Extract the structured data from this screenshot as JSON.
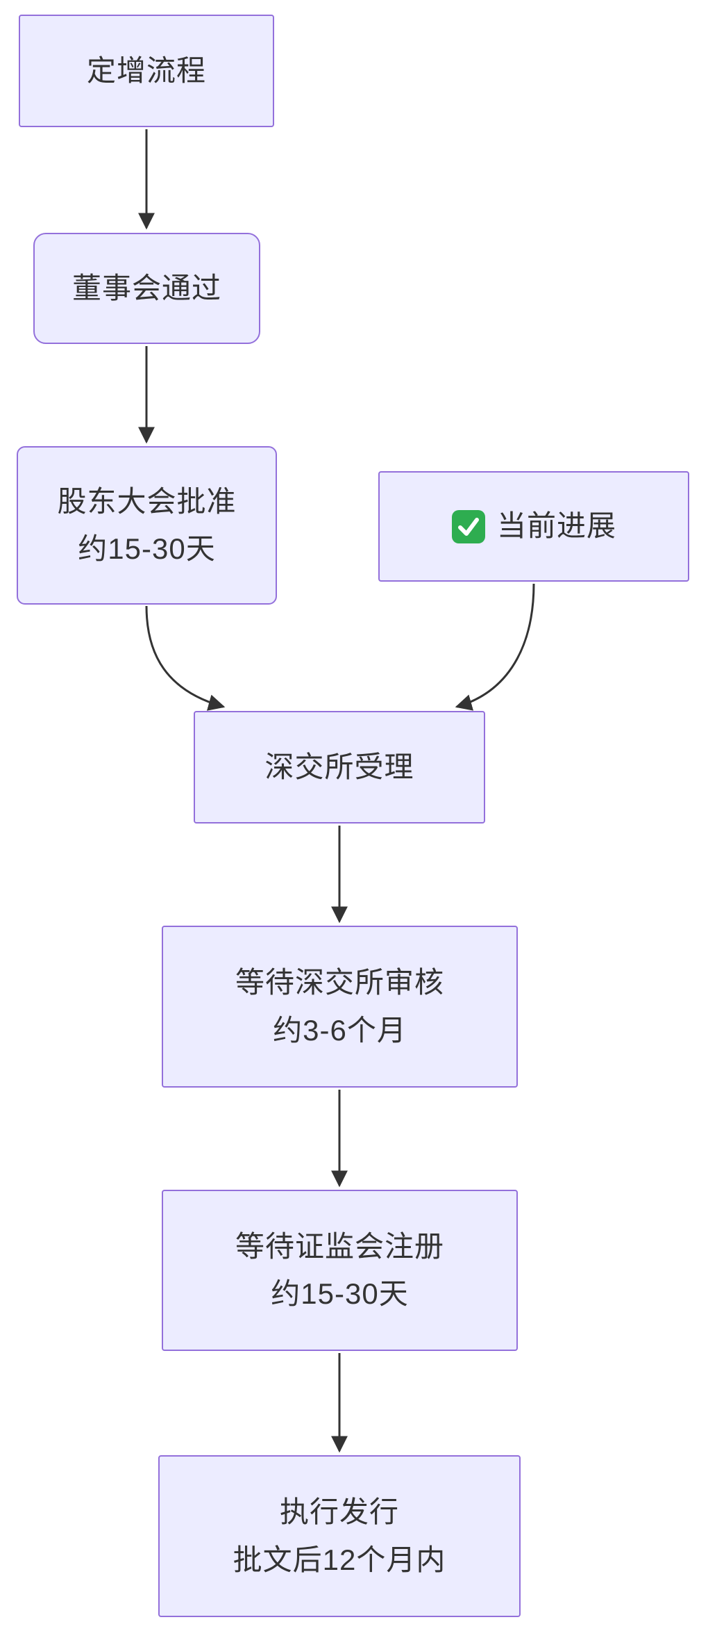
{
  "diagram": {
    "type": "flowchart",
    "direction": "top-down",
    "style": {
      "background": "#FFFFFF",
      "node_fill": "#ECECFF",
      "node_border": "#9370DB",
      "text_color": "#333333",
      "edge_color": "#333333",
      "check_green": "#2EAD50"
    },
    "nodes": {
      "process": {
        "line1": "定增流程"
      },
      "board": {
        "line1": "董事会通过"
      },
      "shareholders": {
        "line1": "股东大会批准",
        "line2": "约15-30天"
      },
      "progress": {
        "line1": "当前进展",
        "icon": "check-mark-green"
      },
      "acceptance": {
        "line1": "深交所受理"
      },
      "review": {
        "line1": "等待深交所审核",
        "line2": "约3-6个月"
      },
      "registration": {
        "line1": "等待证监会注册",
        "line2": "约15-30天"
      },
      "issuance": {
        "line1": "执行发行",
        "line2": "批文后12个月内"
      }
    },
    "edges": [
      {
        "from": "定增流程",
        "to": "董事会通过"
      },
      {
        "from": "董事会通过",
        "to": "股东大会批准 约15-30天"
      },
      {
        "from": "股东大会批准 约15-30天",
        "to": "深交所受理"
      },
      {
        "from": "当前进展",
        "to": "深交所受理"
      },
      {
        "from": "深交所受理",
        "to": "等待深交所审核 约3-6个月"
      },
      {
        "from": "等待深交所审核 约3-6个月",
        "to": "等待证监会注册 约15-30天"
      },
      {
        "from": "等待证监会注册 约15-30天",
        "to": "执行发行 批文后12个月内"
      }
    ]
  }
}
